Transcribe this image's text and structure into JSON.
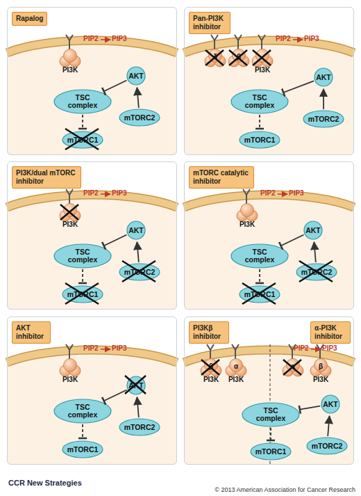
{
  "diagram": {
    "nodes": [
      {
        "text": [
          "Rapalog"
        ]
      },
      {
        "text": [
          "PI3K"
        ],
        "in": 0
      },
      {
        "text": [
          "AKT"
        ],
        "in": 0
      },
      {
        "text": [
          "TSC complex"
        ],
        "in": 0
      },
      {
        "text": [
          "mTORC2"
        ],
        "in": 0
      },
      {
        "text": [
          "mTORC1"
        ],
        "in": 0
      },
      {
        "text": [
          "Pan-PI3K inhibitor"
        ]
      },
      {
        "text": [
          "δ"
        ],
        "in": 6
      },
      {
        "text": [
          "β"
        ],
        "in": 6
      },
      {
        "text": [
          "PI3K"
        ],
        "in": 6
      },
      {
        "text": [
          "AKT"
        ],
        "in": 6
      },
      {
        "text": [
          "TSC complex"
        ],
        "in": 6
      },
      {
        "text": [
          "mTORC2"
        ],
        "in": 6
      },
      {
        "text": [
          "mTORC1"
        ],
        "in": 6
      },
      {
        "text": [
          "PI3K/dual mTORC inhibitor"
        ]
      },
      {
        "text": [
          "PI3K"
        ],
        "in": 14
      },
      {
        "text": [
          "AKT"
        ],
        "in": 14
      },
      {
        "text": [
          "TSC complex"
        ],
        "in": 14
      },
      {
        "text": [
          "mTORC2"
        ],
        "in": 14
      },
      {
        "text": [
          "mTORC1"
        ],
        "in": 14
      },
      {
        "text": [
          "mTORC catalytic inhibitor"
        ]
      },
      {
        "text": [
          "PI3K"
        ],
        "in": 20
      },
      {
        "text": [
          "AKT"
        ],
        "in": 20
      },
      {
        "text": [
          "TSC complex"
        ],
        "in": 20
      },
      {
        "text": [
          "mTORC2"
        ],
        "in": 20
      },
      {
        "text": [
          "mTORC1"
        ],
        "in": 20
      },
      {
        "text": [
          "AKT inhibitor"
        ]
      },
      {
        "text": [
          "PI3K"
        ],
        "in": 26
      },
      {
        "text": [
          "AKT"
        ],
        "in": 26
      },
      {
        "text": [
          "TSC complex"
        ],
        "in": 26
      },
      {
        "text": [
          "mTORC2"
        ],
        "in": 26
      },
      {
        "text": [
          "mTORC1"
        ],
        "in": 26
      },
      {
        "text": [
          "PI3Kβ inhibitor",
          "α-PI3K inhibitor"
        ]
      },
      {
        "text": [
          "β",
          "PI3K"
        ],
        "in": 32
      },
      {
        "text": [
          "α",
          "PI3K"
        ],
        "in": 32
      },
      {
        "text": [
          "α"
        ],
        "in": 32
      },
      {
        "text": [
          "β",
          "PI3K"
        ],
        "in": 32
      },
      {
        "text": [
          "TSC complex"
        ],
        "in": 32
      },
      {
        "text": [
          "AKT"
        ],
        "in": 32
      },
      {
        "text": [
          "mTORC2"
        ],
        "in": 32
      },
      {
        "text": [
          "mTORC1"
        ],
        "in": 32
      }
    ],
    "edges": [
      {
        "from": 4,
        "to": 2,
        "arrow": "to"
      },
      {
        "from": 2,
        "to": 3,
        "arrow": "to"
      },
      {
        "from": 3,
        "to": 5,
        "arrow": "to"
      },
      {
        "from": 12,
        "to": 10,
        "arrow": "to"
      },
      {
        "from": 10,
        "to": 11,
        "arrow": "to"
      },
      {
        "from": 11,
        "to": 13,
        "arrow": "to"
      },
      {
        "from": 18,
        "to": 16,
        "arrow": "to"
      },
      {
        "from": 16,
        "to": 17,
        "arrow": "to"
      },
      {
        "from": 17,
        "to": 19,
        "arrow": "to"
      },
      {
        "from": 24,
        "to": 22,
        "arrow": "to"
      },
      {
        "from": 22,
        "to": 23,
        "arrow": "to"
      },
      {
        "from": 23,
        "to": 25,
        "arrow": "to"
      },
      {
        "from": 30,
        "to": 28,
        "arrow": "to"
      },
      {
        "from": 28,
        "to": 29,
        "arrow": "to"
      },
      {
        "from": 29,
        "to": 31,
        "arrow": "to"
      },
      {
        "from": 39,
        "to": 38,
        "arrow": "to"
      },
      {
        "from": 38,
        "to": 37,
        "arrow": "to"
      },
      {
        "from": 37,
        "to": 40,
        "arrow": "to"
      }
    ],
    "labels": [
      "PIP2",
      "PIP3",
      "PIP2",
      "PIP3",
      "PIP2",
      "PIP3",
      "PIP2",
      "PIP3",
      "PIP2",
      "PIP3",
      "PIP2",
      "PIP3",
      "CCR New Strategies",
      "© 2013 American Association for Cancer Research"
    ]
  }
}
